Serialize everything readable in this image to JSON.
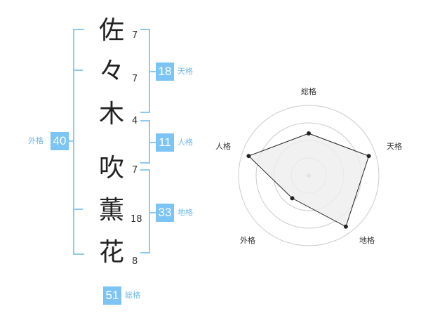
{
  "name": {
    "chars": [
      {
        "char": "佐",
        "strokes": "7"
      },
      {
        "char": "々",
        "strokes": "7"
      },
      {
        "char": "木",
        "strokes": "4"
      },
      {
        "char": "吹",
        "strokes": "7"
      },
      {
        "char": "薫",
        "strokes": "18"
      },
      {
        "char": "花",
        "strokes": "8"
      }
    ]
  },
  "fortune": {
    "tenkaku": {
      "value": "18",
      "label": "天格"
    },
    "jinkaku": {
      "value": "11",
      "label": "人格"
    },
    "chikaku": {
      "value": "33",
      "label": "地格"
    },
    "gaikaku": {
      "value": "40",
      "label": "外格"
    },
    "soukaku": {
      "value": "51",
      "label": "総格"
    }
  },
  "chart_data": {
    "type": "radar",
    "axes": [
      "総格",
      "天格",
      "地格",
      "外格",
      "人格"
    ],
    "values": [
      0.6,
      0.9,
      0.9,
      0.4,
      0.9
    ],
    "max": 1,
    "rings": 4,
    "colors": {
      "fill": "#eeeeee",
      "line": "#222222",
      "ring": "#cccccc",
      "center": "#bbbbbb"
    }
  }
}
